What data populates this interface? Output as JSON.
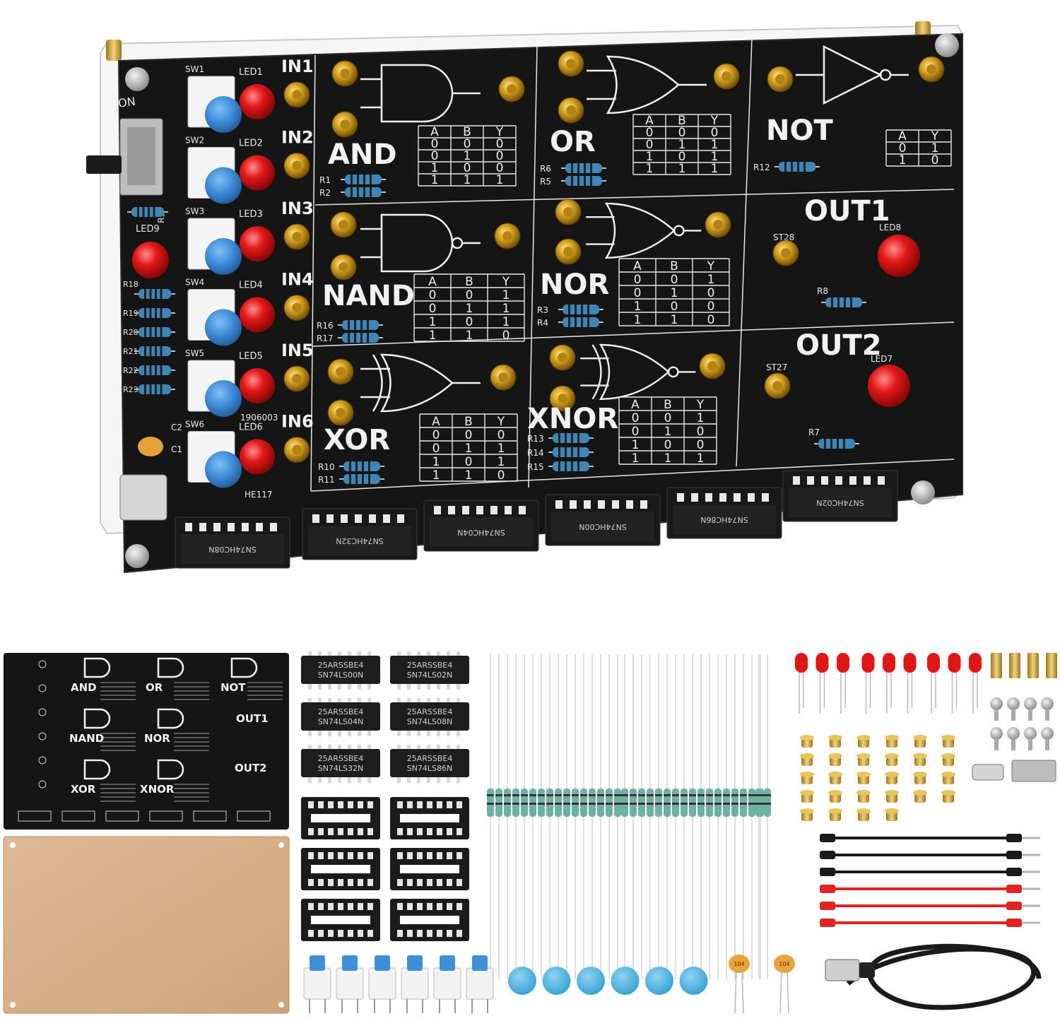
{
  "board": {
    "power_label": "ON",
    "switch_labels": [
      "SW1",
      "SW2",
      "SW3",
      "SW4",
      "SW5",
      "SW6"
    ],
    "led_labels": [
      "LED1",
      "LED2",
      "LED3",
      "LED4",
      "LED5",
      "LED6"
    ],
    "input_labels": [
      "IN1",
      "IN2",
      "IN3",
      "IN4",
      "IN5",
      "IN6"
    ],
    "aux_led_label": "LED9",
    "aux_resistor_label": "R9",
    "left_resistor_labels": [
      "R18",
      "R19",
      "R20",
      "R21",
      "R22",
      "R23"
    ],
    "capacitor_labels": [
      "C2",
      "C1"
    ],
    "part_codes": [
      "1906003",
      "HE117"
    ],
    "gates": [
      {
        "name": "AND",
        "resistors": [
          "R1",
          "R2"
        ],
        "truth_header": [
          "A",
          "B",
          "Y"
        ],
        "truth_rows": [
          [
            "0",
            "0",
            "0"
          ],
          [
            "0",
            "1",
            "0"
          ],
          [
            "1",
            "0",
            "0"
          ],
          [
            "1",
            "1",
            "1"
          ]
        ]
      },
      {
        "name": "OR",
        "resistors": [
          "R6",
          "R5"
        ],
        "truth_header": [
          "A",
          "B",
          "Y"
        ],
        "truth_rows": [
          [
            "0",
            "0",
            "0"
          ],
          [
            "0",
            "1",
            "1"
          ],
          [
            "1",
            "0",
            "1"
          ],
          [
            "1",
            "1",
            "1"
          ]
        ]
      },
      {
        "name": "NOT",
        "resistors": [
          "R12"
        ],
        "truth_header": [
          "A",
          "Y"
        ],
        "truth_rows": [
          [
            "0",
            "1"
          ],
          [
            "1",
            "0"
          ]
        ]
      },
      {
        "name": "NAND",
        "resistors": [
          "R16",
          "R17"
        ],
        "truth_header": [
          "A",
          "B",
          "Y"
        ],
        "truth_rows": [
          [
            "0",
            "0",
            "1"
          ],
          [
            "0",
            "1",
            "1"
          ],
          [
            "1",
            "0",
            "1"
          ],
          [
            "1",
            "1",
            "0"
          ]
        ]
      },
      {
        "name": "NOR",
        "resistors": [
          "R3",
          "R4"
        ],
        "truth_header": [
          "A",
          "B",
          "Y"
        ],
        "truth_rows": [
          [
            "0",
            "0",
            "1"
          ],
          [
            "0",
            "1",
            "0"
          ],
          [
            "1",
            "0",
            "0"
          ],
          [
            "1",
            "1",
            "0"
          ]
        ]
      },
      {
        "name": "XOR",
        "resistors": [
          "R10",
          "R11"
        ],
        "truth_header": [
          "A",
          "B",
          "Y"
        ],
        "truth_rows": [
          [
            "0",
            "0",
            "0"
          ],
          [
            "0",
            "1",
            "1"
          ],
          [
            "1",
            "0",
            "1"
          ],
          [
            "1",
            "1",
            "0"
          ]
        ]
      },
      {
        "name": "XNOR",
        "resistors": [
          "R13",
          "R14",
          "R15"
        ],
        "truth_header": [
          "A",
          "B",
          "Y"
        ],
        "truth_rows": [
          [
            "0",
            "0",
            "1"
          ],
          [
            "0",
            "1",
            "0"
          ],
          [
            "1",
            "0",
            "0"
          ],
          [
            "1",
            "1",
            "1"
          ]
        ]
      }
    ],
    "outputs": [
      {
        "name": "OUT1",
        "terminal": "ST28",
        "led": "LED8",
        "resistor": "R8"
      },
      {
        "name": "OUT2",
        "terminal": "ST27",
        "led": "LED7",
        "resistor": "R7"
      }
    ],
    "chip_markings": [
      "SN74HC08N",
      "SN74HC32N",
      "SN74HC04N",
      "SN74HC00N",
      "SN74HC86N",
      "SN74HC02N"
    ]
  },
  "kit": {
    "pcb_labels": [
      "AND",
      "OR",
      "NOT",
      "NAND",
      "NOR",
      "OUT1",
      "XOR",
      "XNOR",
      "OUT2"
    ],
    "ic_markings": [
      "SN74LS00N",
      "SN74LS02N",
      "SN74LS04N",
      "SN74LS08N",
      "SN74LS32N",
      "SN74LS86N"
    ],
    "ic_batch": "25ARSSBE4",
    "capacitor_marks": [
      "104",
      "104"
    ]
  },
  "colors": {
    "pcb": "#151515",
    "silkscreen": "#f0f0f0",
    "gold": "#d4a017",
    "led_red": "#e01515",
    "button_blue": "#3f8fd8",
    "acrylic": "#d4ab85"
  },
  "counts": {
    "kit_leds": 9,
    "kit_buttons": 6,
    "kit_caps": 6,
    "kit_resistors": 37,
    "kit_sockets": 6,
    "kit_ics": 6
  }
}
